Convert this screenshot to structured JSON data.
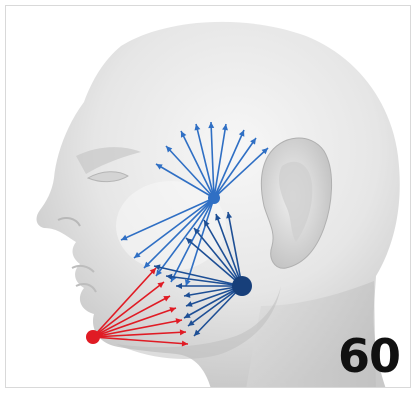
{
  "figure": {
    "page_number": "60",
    "subject": "head-profile-facing-left",
    "colors": {
      "upper_vectors": "#2f6fc4",
      "middle_vectors": "#1e4f95",
      "lower_vectors": "#e01b24",
      "upper_node": "#2f6fc4",
      "middle_node": "#173f7a",
      "lower_node": "#e01b24",
      "skin": "#ececec",
      "skin_shade": "#cfcfcf"
    },
    "icons": {
      "upper_node": "blue-anchor-dot",
      "middle_node": "navy-anchor-dot",
      "lower_node": "red-anchor-dot"
    }
  }
}
